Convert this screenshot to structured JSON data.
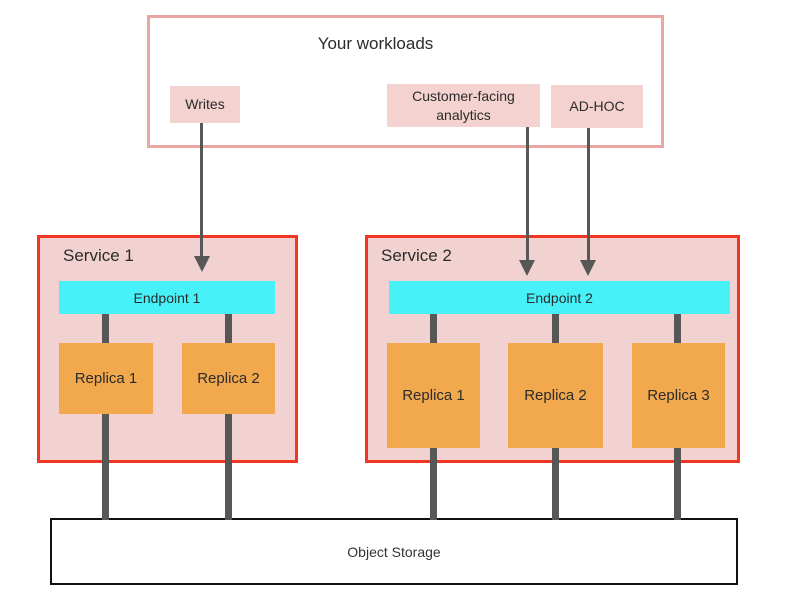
{
  "workloads": {
    "title": "Your workloads",
    "items": [
      {
        "label": "Writes"
      },
      {
        "label": "Customer-facing analytics"
      },
      {
        "label": "AD-HOC"
      }
    ]
  },
  "services": [
    {
      "name": "Service 1",
      "endpoint": "Endpoint 1",
      "replicas": [
        "Replica 1",
        "Replica 2"
      ]
    },
    {
      "name": "Service 2",
      "endpoint": "Endpoint 2",
      "replicas": [
        "Replica 1",
        "Replica 2",
        "Replica 3"
      ]
    }
  ],
  "storage": {
    "label": "Object Storage"
  },
  "colors": {
    "workloads_border": "#eaa6a2",
    "workload_item_fill": "#f3d2cf",
    "service_border": "#f03522",
    "service_fill": "#f1d2d1",
    "endpoint_fill": "#46f2f8",
    "replica_fill": "#f2a94e",
    "connector": "#575757",
    "storage_border": "#111111",
    "text": "#2b2b2b"
  }
}
